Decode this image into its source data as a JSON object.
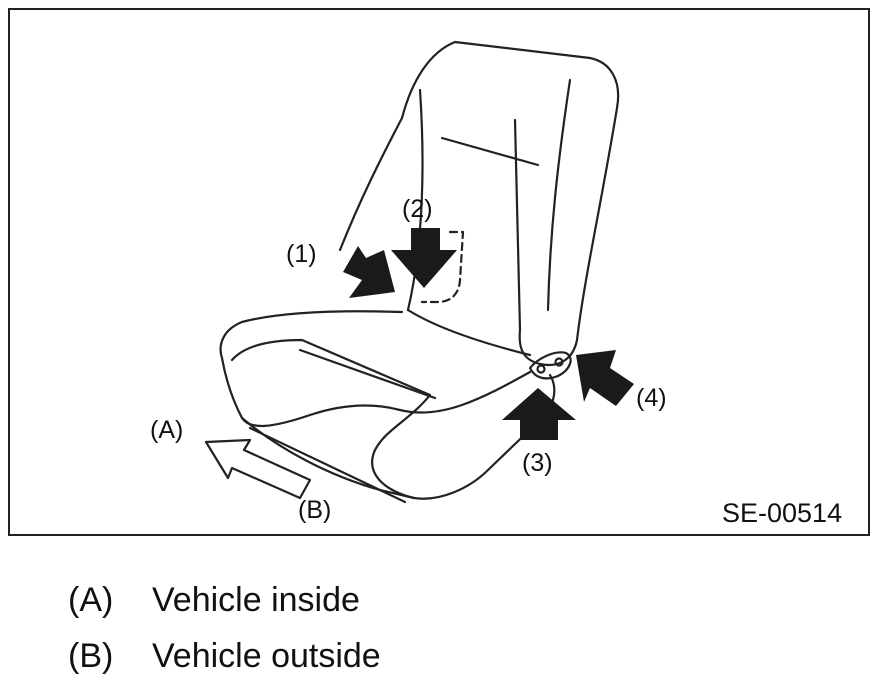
{
  "figure": {
    "code": "SE-00514",
    "callouts": {
      "c1": "(1)",
      "c2": "(2)",
      "c3": "(3)",
      "c4": "(4)",
      "a": "(A)",
      "b": "(B)"
    }
  },
  "legend": [
    {
      "key": "(A)",
      "text": "Vehicle inside"
    },
    {
      "key": "(B)",
      "text": "Vehicle outside"
    }
  ],
  "colors": {
    "line": "#222222",
    "arrow_fill": "#1a1a1a",
    "background": "#ffffff"
  }
}
